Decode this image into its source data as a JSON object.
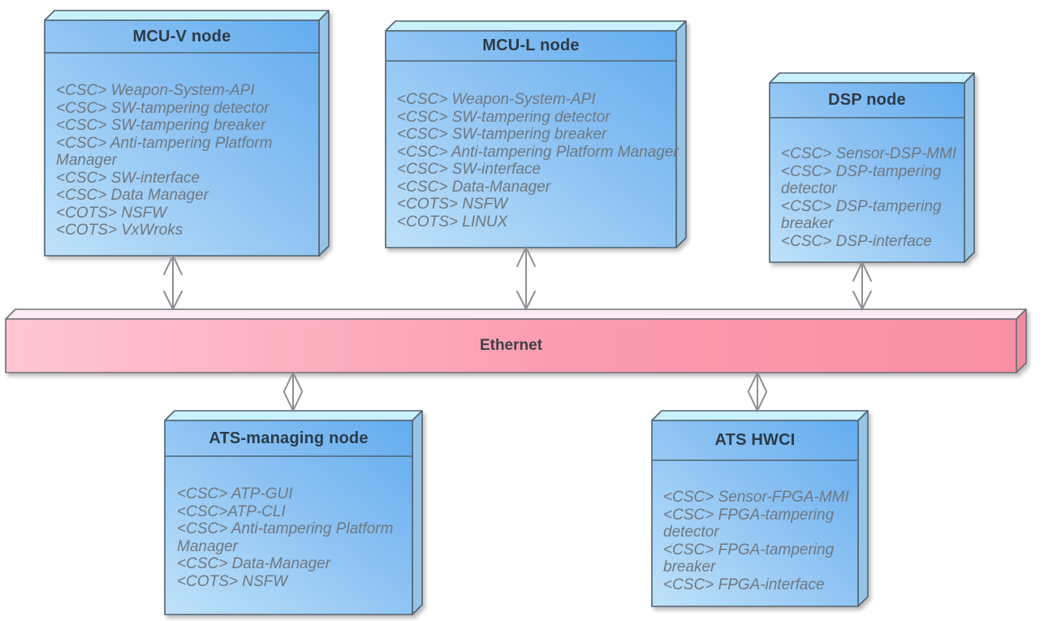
{
  "diagram": {
    "type": "uml-deployment-diagram",
    "bus": {
      "label": "Ethernet",
      "front_fill_left": "#ffc6d2",
      "front_fill_right": "#f98fa4",
      "top_fill": "#fdebf3",
      "side_fill": "#f18ba0",
      "border_color": "#6e6e75"
    },
    "nodes": [
      {
        "id": "mcu-v-node",
        "title": "MCU-V node",
        "components": [
          "<CSC> Weapon-System-API",
          "<CSC> SW-tampering detector",
          "<CSC> SW-tampering breaker",
          "<CSC> Anti-tampering Platform Manager",
          "<CSC> SW-interface",
          "<CSC> Data Manager",
          "<COTS> NSFW",
          "<COTS> VxWroks"
        ],
        "display_lines": [
          "<CSC> Weapon-System-API",
          "<CSC> SW-tampering detector",
          "<CSC> SW-tampering breaker",
          "<CSC> Anti-tampering Platform",
          "Manager",
          "<CSC> SW-interface",
          "<CSC> Data Manager",
          "<COTS> NSFW",
          "<COTS> VxWroks"
        ]
      },
      {
        "id": "mcu-l-node",
        "title": "MCU-L node",
        "components": [
          "<CSC> Weapon-System-API",
          "<CSC> SW-tampering detector",
          "<CSC> SW-tampering breaker",
          "<CSC> Anti-tampering Platform Manager",
          "<CSC> SW-interface",
          "<CSC> Data-Manager",
          "<COTS> NSFW",
          "<COTS> LINUX"
        ],
        "display_lines": [
          "<CSC> Weapon-System-API",
          "<CSC> SW-tampering detector",
          "<CSC> SW-tampering breaker",
          "<CSC> Anti-tampering Platform Manager",
          "<CSC> SW-interface",
          "<CSC> Data-Manager",
          "<COTS> NSFW",
          "<COTS> LINUX"
        ]
      },
      {
        "id": "dsp-node",
        "title": "DSP node",
        "components": [
          "<CSC> Sensor-DSP-MMI",
          "<CSC> DSP-tampering detector",
          "<CSC> DSP-tampering breaker",
          "<CSC> DSP-interface"
        ],
        "display_lines": [
          "<CSC> Sensor-DSP-MMI",
          "<CSC> DSP-tampering",
          "detector",
          "<CSC> DSP-tampering",
          "breaker",
          "<CSC> DSP-interface"
        ]
      },
      {
        "id": "ats-managing-node",
        "title": "ATS-managing node",
        "components": [
          "<CSC> ATP-GUI",
          "<CSC>ATP-CLI",
          "<CSC> Anti-tampering Platform Manager",
          "<CSC> Data-Manager",
          "<COTS> NSFW"
        ],
        "display_lines": [
          "<CSC> ATP-GUI",
          "<CSC>ATP-CLI",
          "<CSC> Anti-tampering Platform",
          "Manager",
          "<CSC> Data-Manager",
          "<COTS> NSFW"
        ]
      },
      {
        "id": "ats-hwci",
        "title": "ATS HWCI",
        "components": [
          "<CSC> Sensor-FPGA-MMI",
          "<CSC> FPGA-tampering detector",
          "<CSC> FPGA-tampering breaker",
          "<CSC> FPGA-interface"
        ],
        "display_lines": [
          "<CSC> Sensor-FPGA-MMI",
          "<CSC> FPGA-tampering",
          "detector",
          "<CSC> FPGA-tampering",
          "breaker",
          "<CSC> FPGA-interface"
        ]
      }
    ],
    "connections": [
      {
        "from": "mcu-v-node",
        "to": "Ethernet",
        "style": "double-open-arrow"
      },
      {
        "from": "mcu-l-node",
        "to": "Ethernet",
        "style": "double-open-arrow"
      },
      {
        "from": "dsp-node",
        "to": "Ethernet",
        "style": "double-open-arrow"
      },
      {
        "from": "Ethernet",
        "to": "ats-managing-node",
        "style": "double-open-arrow"
      },
      {
        "from": "Ethernet",
        "to": "ats-hwci",
        "style": "double-open-arrow"
      }
    ],
    "colors": {
      "node_front_light": "#b7ddf8",
      "node_front_dark": "#66aeef",
      "node_top": "#c9f1fb",
      "node_side": "#96c4e7",
      "node_border": "#50626e",
      "title_text": "#2c3b47",
      "item_text": "#6f7880",
      "arrow": "#8b8f92",
      "bus_label_text": "#3e4246"
    }
  }
}
